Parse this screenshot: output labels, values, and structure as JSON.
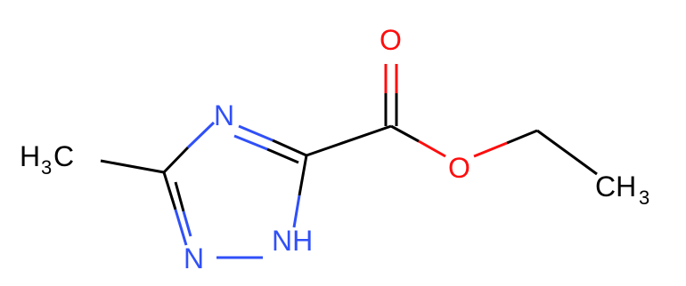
{
  "molecule": {
    "atoms": {
      "n4": {
        "text": "N",
        "color": "#3050F8"
      },
      "n2": {
        "text": "N",
        "color": "#3050F8"
      },
      "n1h": {
        "text": "NH",
        "color": "#3050F8"
      },
      "o_carbonyl": {
        "text": "O",
        "color": "#FF0D0D"
      },
      "o_ester": {
        "text": "O",
        "color": "#FF0D0D"
      },
      "methyl_left": {
        "main": "H",
        "sub": "3",
        "tail": "C",
        "color": "#000000"
      },
      "methyl_right": {
        "main": "CH",
        "sub": "3",
        "color": "#000000"
      }
    },
    "bond_color": "#000000"
  }
}
